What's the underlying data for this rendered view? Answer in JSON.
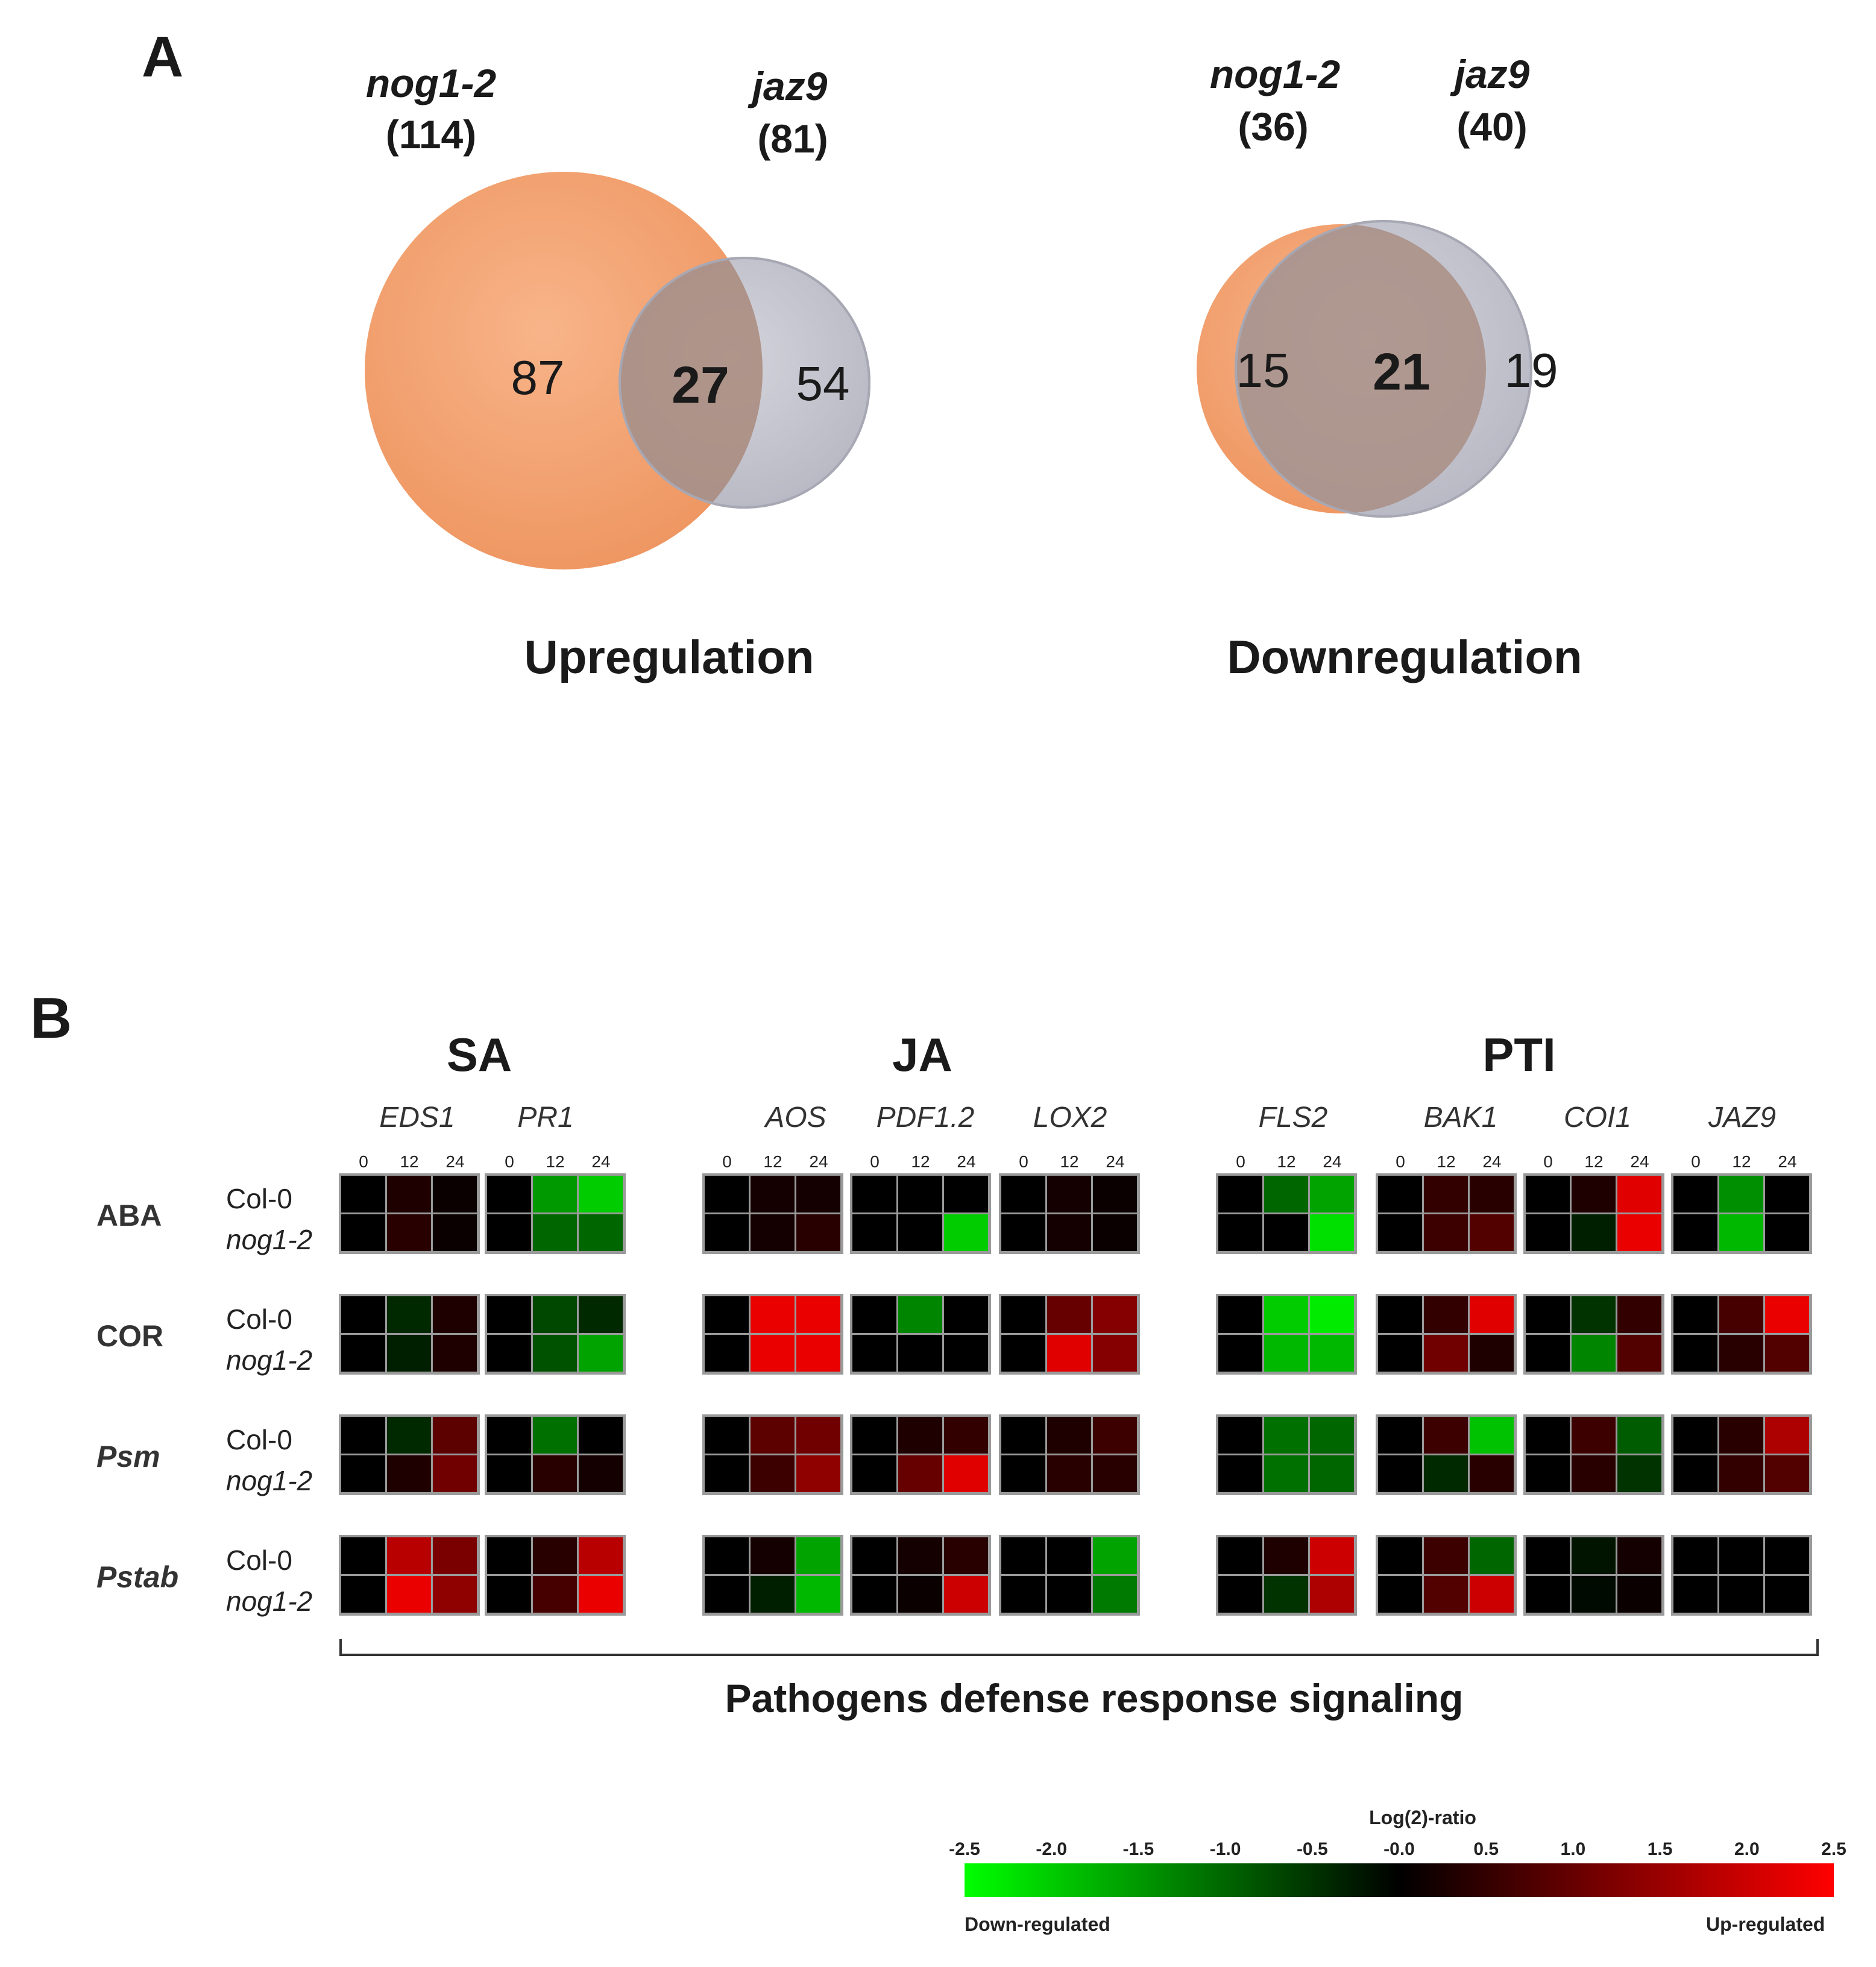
{
  "panel_a": {
    "label": "A",
    "venns": [
      {
        "set1": {
          "name": "nog1-2",
          "count": "(114)"
        },
        "set2": {
          "name": "jaz9",
          "count": "(81)"
        },
        "only1": "87",
        "both": "27",
        "only2": "54",
        "caption": "Upregulation"
      },
      {
        "set1": {
          "name": "nog1-2",
          "count": "(36)"
        },
        "set2": {
          "name": "jaz9",
          "count": "(40)"
        },
        "only1": "15",
        "both": "21",
        "only2": "19",
        "caption": "Downregulation"
      }
    ],
    "colors": {
      "set1": "#f4a16e",
      "set2": "#c8c8d2",
      "overlap": "#a88e84"
    }
  },
  "panel_b": {
    "label": "B",
    "groups": [
      {
        "title": "SA",
        "genes": [
          "EDS1",
          "PR1"
        ]
      },
      {
        "title": "JA",
        "genes": [
          "AOS",
          "PDF1.2",
          "LOX2"
        ]
      },
      {
        "title": "PTI",
        "genes": [
          "FLS2",
          "BAK1",
          "COI1",
          "JAZ9"
        ]
      }
    ],
    "time_points": [
      "0",
      "12",
      "24"
    ],
    "treatments": [
      "ABA",
      "COR",
      "Psm",
      "Pstab"
    ],
    "genotypes": [
      "Col-0",
      "nog1-2"
    ],
    "footer": "Pathogens defense response signaling",
    "colorbar": {
      "title": "Log(2)-ratio",
      "ticks": [
        "-2.5",
        "-2.0",
        "-1.5",
        "-1.0",
        "-0.5",
        "-0.0",
        "0.5",
        "1.0",
        "1.5",
        "2.0",
        "2.5"
      ],
      "low_label": "Down-regulated",
      "high_label": "Up-regulated",
      "low_color": "#00ff00",
      "mid_color": "#000000",
      "high_color": "#ff0000"
    }
  },
  "chart_data": {
    "type": "heatmap",
    "value_unit": "Log(2)-ratio",
    "range": [
      -2.5,
      2.5
    ],
    "genes": [
      "EDS1",
      "PR1",
      "AOS",
      "PDF1.2",
      "LOX2",
      "FLS2",
      "BAK1",
      "COI1",
      "JAZ9"
    ],
    "time_points": [
      "0",
      "12",
      "24"
    ],
    "treatments": [
      "ABA",
      "COR",
      "Psm",
      "Pstab"
    ],
    "genotypes": [
      "Col-0",
      "nog1-2"
    ],
    "values": {
      "ABA": {
        "Col-0": {
          "EDS1": [
            0,
            0.3,
            0.1
          ],
          "PR1": [
            0,
            -1.5,
            -2.0
          ],
          "AOS": [
            0,
            0.2,
            0.2
          ],
          "PDF1.2": [
            0,
            0,
            0
          ],
          "LOX2": [
            0,
            0.2,
            0.1
          ],
          "FLS2": [
            0,
            -1.0,
            -1.6
          ],
          "BAK1": [
            0,
            0.5,
            0.4
          ],
          "COI1": [
            0,
            0.3,
            2.2
          ],
          "JAZ9": [
            0,
            -1.4,
            0
          ]
        },
        "nog1-2": {
          "EDS1": [
            0,
            0.4,
            0.1
          ],
          "PR1": [
            0,
            -1.0,
            -1.0
          ],
          "AOS": [
            0,
            0.2,
            0.4
          ],
          "PDF1.2": [
            0,
            0,
            -2.0
          ],
          "LOX2": [
            0,
            0.2,
            0.1
          ],
          "FLS2": [
            0,
            0,
            -2.2
          ],
          "BAK1": [
            0,
            0.6,
            0.8
          ],
          "COI1": [
            0,
            -0.3,
            2.3
          ],
          "JAZ9": [
            0,
            -1.8,
            0
          ]
        }
      },
      "COR": {
        "Col-0": {
          "EDS1": [
            0,
            -0.4,
            0.3
          ],
          "PR1": [
            0,
            -0.7,
            -0.4
          ],
          "AOS": [
            0,
            2.3,
            2.3
          ],
          "PDF1.2": [
            0,
            -1.3,
            0
          ],
          "LOX2": [
            0,
            1.0,
            1.3
          ],
          "FLS2": [
            0,
            -2.0,
            -2.3
          ],
          "BAK1": [
            0,
            0.5,
            2.2
          ],
          "COI1": [
            0,
            -0.5,
            0.5
          ],
          "JAZ9": [
            0,
            0.7,
            2.3
          ]
        },
        "nog1-2": {
          "EDS1": [
            0,
            -0.3,
            0.3
          ],
          "PR1": [
            0,
            -0.8,
            -1.6
          ],
          "AOS": [
            0,
            2.3,
            2.3
          ],
          "PDF1.2": [
            0,
            0,
            0
          ],
          "LOX2": [
            0,
            2.2,
            1.3
          ],
          "FLS2": [
            0,
            -1.8,
            -1.8
          ],
          "BAK1": [
            0,
            1.1,
            0.3
          ],
          "COI1": [
            0,
            -1.3,
            0.8
          ],
          "JAZ9": [
            0,
            0.4,
            0.8
          ]
        }
      },
      "Psm": {
        "Col-0": {
          "EDS1": [
            0,
            -0.4,
            0.9
          ],
          "PR1": [
            0,
            -1.1,
            0
          ],
          "AOS": [
            0,
            0.9,
            1.1
          ],
          "PDF1.2": [
            0,
            0.3,
            0.5
          ],
          "LOX2": [
            0,
            0.3,
            0.6
          ],
          "FLS2": [
            0,
            -1.1,
            -1.0
          ],
          "BAK1": [
            0,
            0.6,
            -1.9
          ],
          "COI1": [
            0,
            0.6,
            -0.9
          ],
          "JAZ9": [
            0,
            0.4,
            1.7
          ]
        },
        "nog1-2": {
          "EDS1": [
            0,
            0.3,
            1.1
          ],
          "PR1": [
            0,
            0.4,
            0.2
          ],
          "AOS": [
            0,
            0.6,
            1.4
          ],
          "PDF1.2": [
            0,
            1.0,
            2.2
          ],
          "LOX2": [
            0,
            0.4,
            0.4
          ],
          "FLS2": [
            0,
            -1.1,
            -1.0
          ],
          "BAK1": [
            0,
            -0.4,
            0.4
          ],
          "COI1": [
            0,
            0.4,
            -0.5
          ],
          "JAZ9": [
            0,
            0.5,
            0.8
          ]
        }
      },
      "Pstab": {
        "Col-0": {
          "EDS1": [
            0,
            1.8,
            1.2
          ],
          "PR1": [
            0,
            0.4,
            1.8
          ],
          "AOS": [
            0,
            0.2,
            -1.6
          ],
          "PDF1.2": [
            0,
            0.2,
            0.4
          ],
          "LOX2": [
            0,
            0,
            -1.6
          ],
          "FLS2": [
            0,
            0.3,
            2.0
          ],
          "BAK1": [
            0,
            0.6,
            -1.0
          ],
          "COI1": [
            0,
            -0.2,
            0.2
          ],
          "JAZ9": [
            0,
            0,
            0
          ]
        },
        "nog1-2": {
          "EDS1": [
            0,
            2.3,
            1.4
          ],
          "PR1": [
            0,
            0.7,
            2.3
          ],
          "AOS": [
            0,
            -0.3,
            -1.8
          ],
          "PDF1.2": [
            0,
            0.1,
            2.0
          ],
          "LOX2": [
            0,
            0,
            -1.2
          ],
          "FLS2": [
            0,
            -0.5,
            1.7
          ],
          "BAK1": [
            0,
            0.8,
            2.0
          ],
          "COI1": [
            0,
            -0.1,
            0.1
          ],
          "JAZ9": [
            0,
            0,
            0
          ]
        }
      }
    }
  }
}
